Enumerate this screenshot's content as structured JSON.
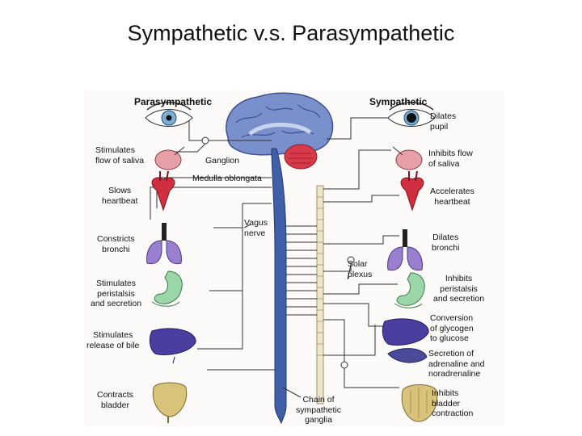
{
  "title": "Sympathetic v.s. Parasympathetic",
  "headers": {
    "parasympathetic": "Parasympathetic",
    "sympathetic": "Sympathetic"
  },
  "center_labels": {
    "ganglion": "Ganglion",
    "medulla": "Medulla oblongata",
    "vagus": "Vagus\nnerve",
    "solar": "Solar\nplexus",
    "chain": "Chain of\nsympathetic\nganglia"
  },
  "parasympathetic_effects": [
    "Stimulates\nflow of saliva",
    "Slows\nheartbeat",
    "Constricts\nbronchi",
    "Stimulates\nperistalsis\nand secretion",
    "Stimulates\nrelease of bile",
    "Contracts\nbladder"
  ],
  "sympathetic_effects": [
    "Dilates\npupil",
    "Inhibits flow\nof saliva",
    "Accelerates\nheartbeat",
    "Dilates\nbronchi",
    "Inhibits\nperistalsis\nand secretion",
    "Conversion\nof glycogen\nto glucose",
    "Secretion of\nadrenaline and\nnoradrenaline",
    "Inhibits\nbladder\ncontraction"
  ],
  "colors": {
    "brain": "#6f88c8",
    "spinal_cord": "#3f5fa8",
    "cerebellum": "#d83a4a",
    "heart": "#cf2f3f",
    "lungs": "#8a6fc0",
    "stomach": "#8ccf9a",
    "liver": "#4a3fa0",
    "bladder": "#d9c27a",
    "ganglia": "#f2e6c8"
  }
}
